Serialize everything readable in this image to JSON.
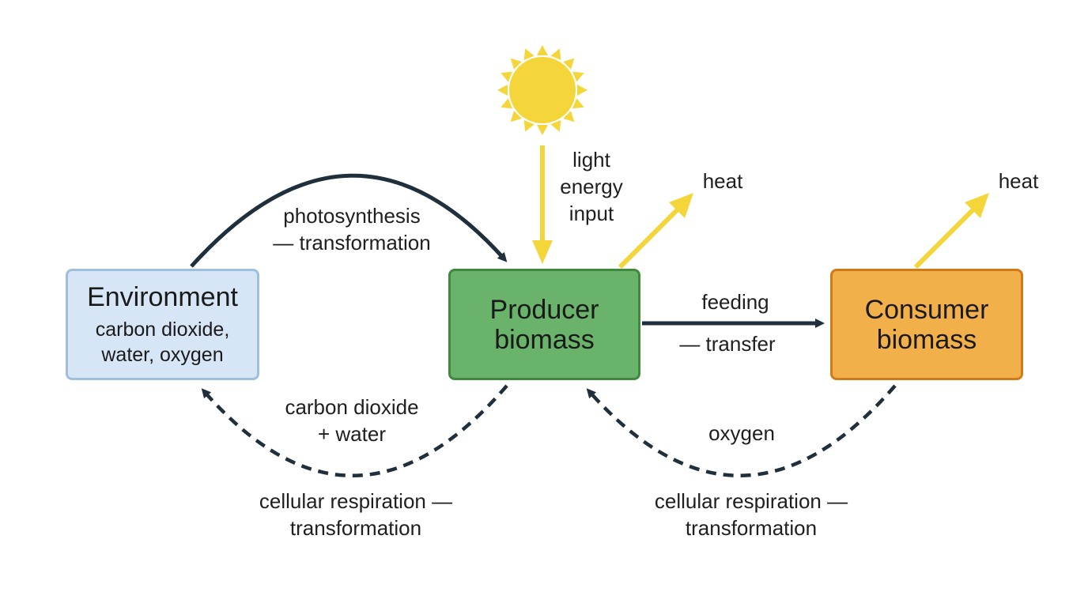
{
  "colors": {
    "environment_fill": "#d6e6f7",
    "producer_fill": "#6ab36b",
    "consumer_fill": "#f2b04a",
    "arrow_dark": "#1f2f3b",
    "energy_yellow": "#f5d63a"
  },
  "icons": {
    "sun": "sun-icon"
  },
  "boxes": {
    "environment": {
      "title": "Environment",
      "subtitle_line1": "carbon dioxide,",
      "subtitle_line2": "water, oxygen"
    },
    "producer": {
      "title_line1": "Producer",
      "title_line2": "biomass"
    },
    "consumer": {
      "title_line1": "Consumer",
      "title_line2": "biomass"
    }
  },
  "labels": {
    "light_line1": "light",
    "light_line2": "energy",
    "light_line3": "input",
    "heat_producer": "heat",
    "heat_consumer": "heat",
    "photosynthesis_line1": "photosynthesis",
    "photosynthesis_line2": "— transformation",
    "feeding_line1": "feeding",
    "feeding_line2": "— transfer",
    "co2_water_line1": "carbon dioxide",
    "co2_water_line2": "+ water",
    "oxygen": "oxygen",
    "respiration_left_line1": "cellular respiration —",
    "respiration_left_line2": "transformation",
    "respiration_right_line1": "cellular respiration —",
    "respiration_right_line2": "transformation"
  }
}
